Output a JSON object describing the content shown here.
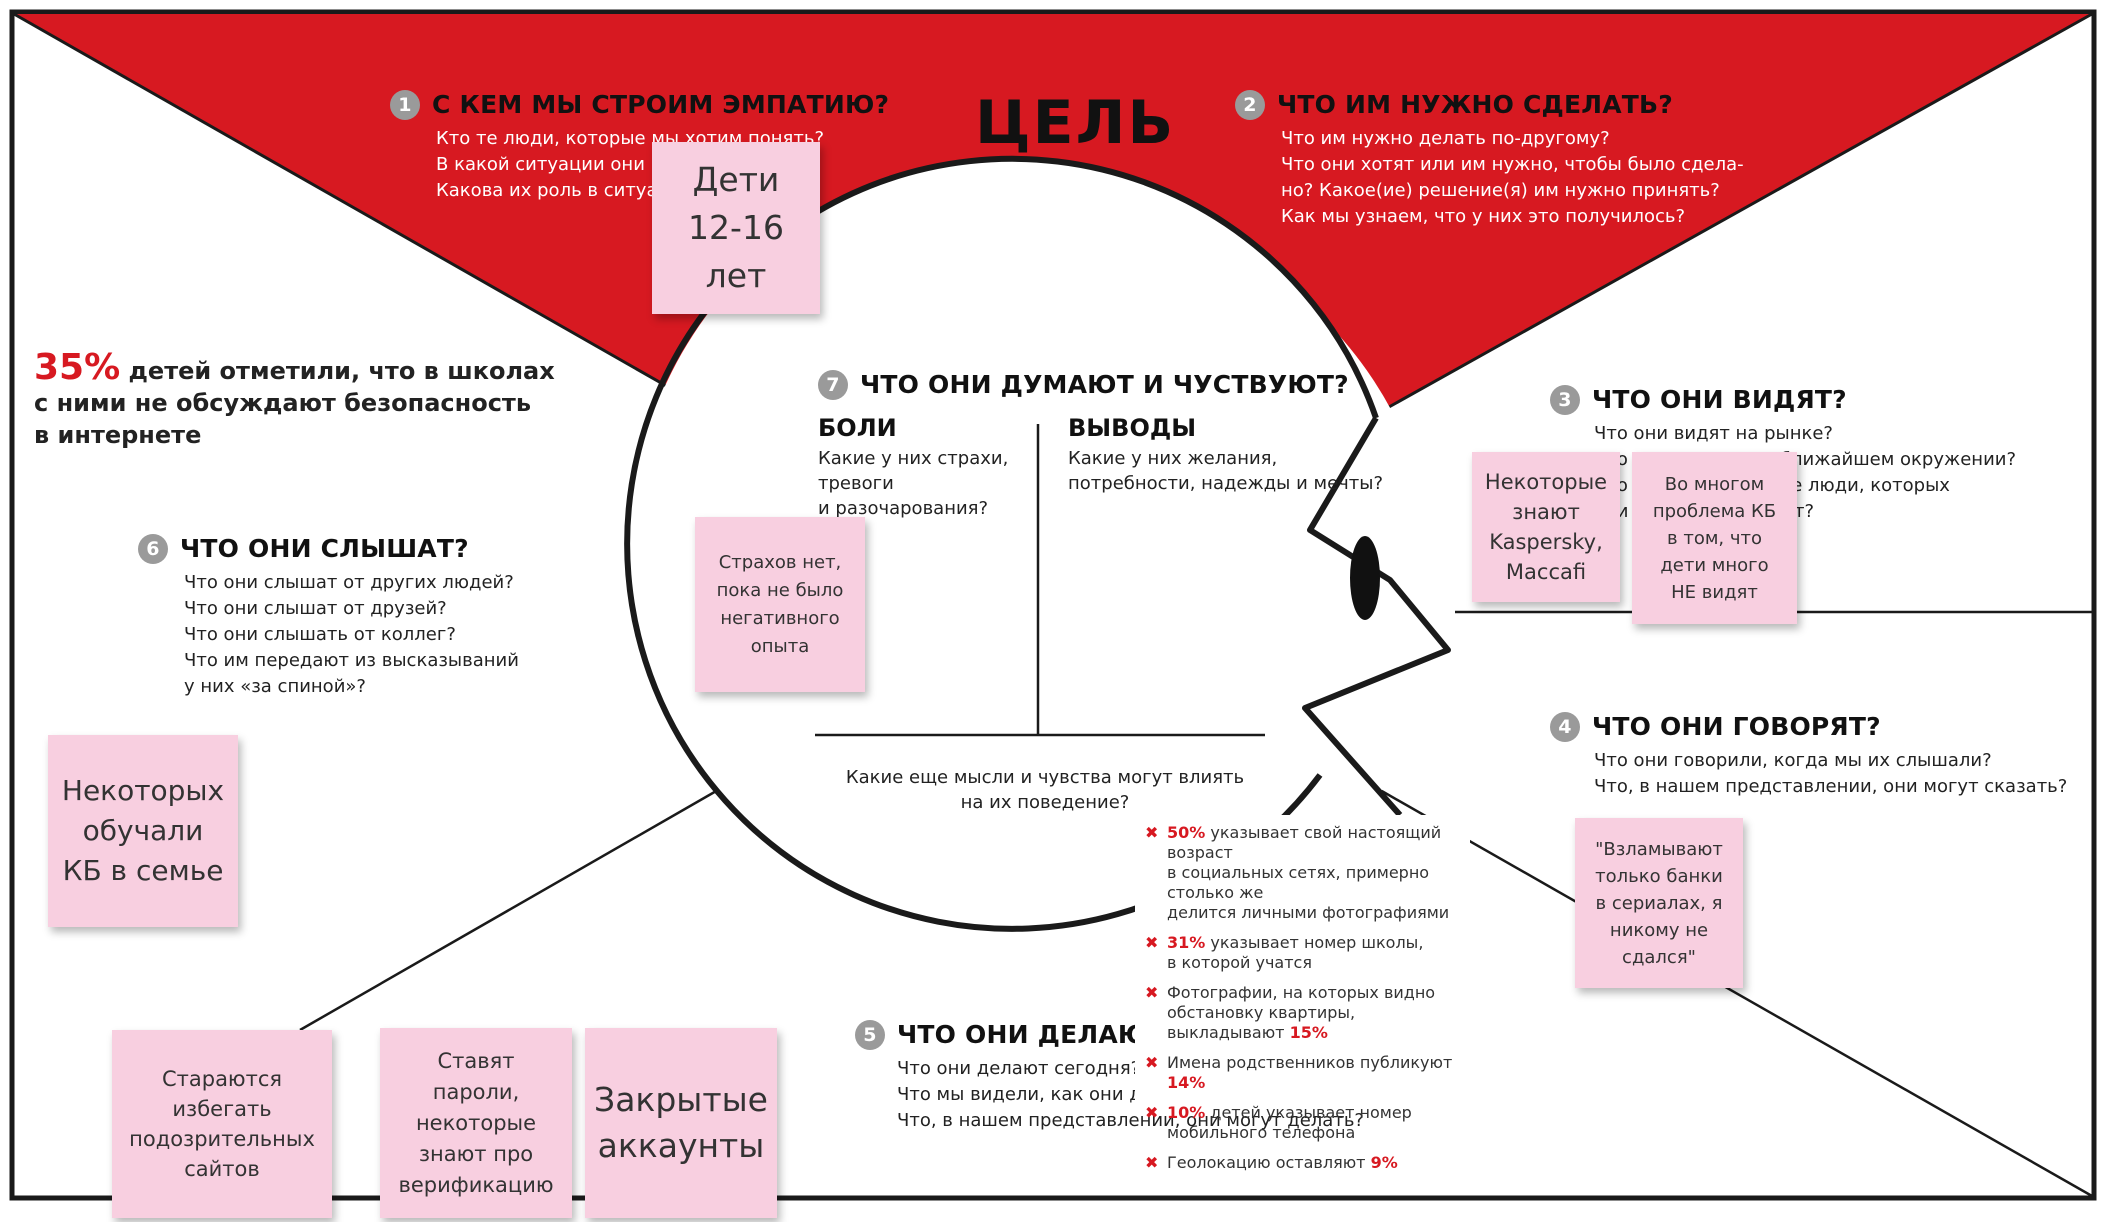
{
  "goal": "ЦЕЛЬ",
  "colors": {
    "accent": "#d71921",
    "sticky": "#f8cfe0"
  },
  "sections": {
    "who": {
      "number": "1",
      "title": "С КЕМ МЫ СТРОИМ ЭМПАТИЮ?",
      "questions": [
        "Кто те люди, которые мы хотим понять?",
        "В какой ситуации они находятся?",
        "Какова их роль в ситуации?"
      ]
    },
    "need": {
      "number": "2",
      "title": "ЧТО ИМ НУЖНО СДЕЛАТЬ?",
      "questions": [
        "Что им нужно делать по-другому?",
        "Что они хотят или им нужно, чтобы было сдела-",
        "но? Какое(ие) решение(я) им нужно принять?",
        "Как мы узнаем, что у них это получилось?"
      ]
    },
    "see": {
      "number": "3",
      "title": "ЧТО ОНИ ВИДЯТ?",
      "questions": [
        "Что они видят на рынке?",
        "Что они видят в их ближайшем окружении?",
        "Что они видят другие люди, которых",
        "они смотрят и читают?"
      ]
    },
    "say": {
      "number": "4",
      "title": "ЧТО ОНИ ГОВОРЯТ?",
      "questions": [
        "Что они говорили, когда мы их слышали?",
        "Что, в нашем представлении, они могут сказать?"
      ]
    },
    "do": {
      "number": "5",
      "title": "ЧТО ОНИ ДЕЛАЮТ",
      "questions": [
        "Что они делают сегодня?",
        "Что мы видели, как они делают?",
        "Что, в нашем представлении, они могут делать?"
      ]
    },
    "hear": {
      "number": "6",
      "title": "ЧТО ОНИ СЛЫШАТ?",
      "questions": [
        "Что они слышат от других людей?",
        "Что они слышат от друзей?",
        "Что они слышать от коллег?",
        "Что им передают из высказываний",
        "у них «за спиной»?"
      ]
    },
    "think": {
      "number": "7",
      "title": "ЧТО ОНИ ДУМАЮТ И ЧУСТВУЮТ?",
      "pains_title": "БОЛИ",
      "pains_questions": [
        "Какие у них страхи,",
        "тревоги",
        "и разочарования?"
      ],
      "gains_title": "ВЫВОДЫ",
      "gains_questions": [
        "Какие у них желания,",
        "потребности, надежды и мечты?"
      ],
      "other_questions": [
        "Какие еще мысли и чувства могут влиять",
        "на их поведение?"
      ]
    }
  },
  "stat": {
    "value": "35%",
    "lines": [
      "детей отметили, что в школах",
      "с ними не обсуждают безопасность",
      "в интернете"
    ]
  },
  "stats_list": [
    {
      "pct": "50%",
      "lines": [
        "указывает свой настоящий возраст",
        "в социальных сетях, примерно столько же",
        "делится личными фотографиями"
      ]
    },
    {
      "pct": "31%",
      "lines": [
        "указывает номер школы,",
        "в которой учатся"
      ]
    },
    {
      "pct": "15%",
      "lines": [
        "Фотографии, на которых видно",
        "обстановку квартиры, выкладывают"
      ]
    },
    {
      "pct": "14%",
      "lines": [
        "Имена родственников публикуют"
      ]
    },
    {
      "pct": "10%",
      "lines": [
        "детей указывает номер",
        "мобильного телефона"
      ]
    },
    {
      "pct": "9%",
      "lines": [
        "Геолокацию оставляют"
      ]
    }
  ],
  "stickies": {
    "kids": [
      "Дети",
      "12-16",
      "лет"
    ],
    "fears": [
      "Страхов нет,",
      "пока не было",
      "негативного",
      "опыта"
    ],
    "brands": [
      "Некоторые",
      "знают",
      "Kaspersky,",
      "Maccafi"
    ],
    "problem": [
      "Во многом",
      "проблема КБ",
      "в том, что",
      "дети много",
      "НЕ видят"
    ],
    "family": [
      "Некоторых",
      "обучали",
      "КБ в семье"
    ],
    "quote": [
      "\"Взламывают",
      "только банки",
      "в сериалах, я",
      "никому не",
      "сдался\""
    ],
    "avoid": [
      "Стараются",
      "избегать",
      "подозрительных",
      "сайтов"
    ],
    "passwords": [
      "Ставят",
      "пароли,",
      "некоторые",
      "знают про",
      "верификацию"
    ],
    "closed": [
      "Закрытые",
      "аккаунты"
    ]
  }
}
